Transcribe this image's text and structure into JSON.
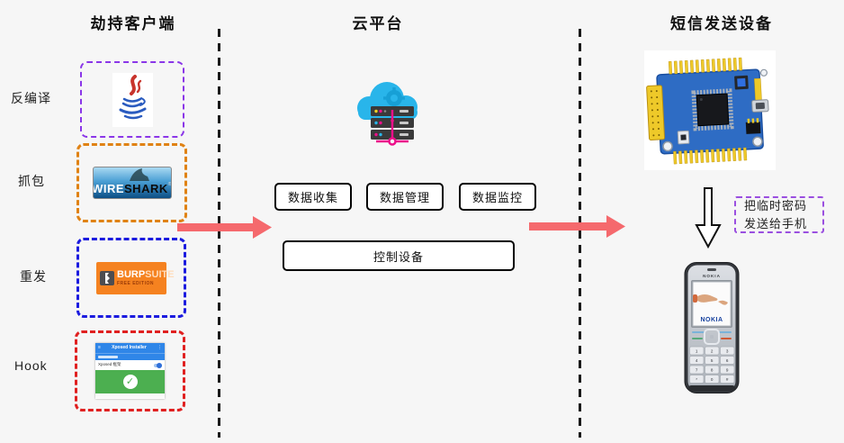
{
  "colors": {
    "bg": "#f6f6f6",
    "divider": "#1a1a1a",
    "arrow_red": "#f5696d",
    "java_box_purple": "#8a36e8",
    "wireshark_box_orange": "#e08214",
    "burp_box_blue": "#1b1bdf",
    "xposed_box_red": "#e02020",
    "annotation_purple": "#9a4fe0",
    "cloud_blue": "#29b5ea",
    "server_dark": "#3a3a3a",
    "magenta": "#ec0f8a",
    "burp_orange": "#f58220",
    "xposed_header_blue": "#2f86e8",
    "xposed_green": "#4caf50",
    "nokia_blue": "#15409e"
  },
  "titles": {
    "client": "劫持客户端",
    "cloud": "云平台",
    "sms": "短信发送设备"
  },
  "client": {
    "row_labels": {
      "decompile": "反编译",
      "capture": "抓包",
      "replay": "重发",
      "hook": "Hook"
    },
    "wireshark": {
      "wire": "WIRE",
      "shark": "SHARK",
      "reg": "®"
    },
    "burp": {
      "burp": "BURP",
      "suite": "SUITE",
      "edition": "FREE EDITION"
    },
    "xposed": {
      "menu_icon": "≡",
      "app_title": "Xposed Installer",
      "more_icon": "⋮",
      "framework_row": "Xposed 框架",
      "check": "✓"
    }
  },
  "cloud": {
    "box_collect": "数据收集",
    "box_manage": "数据管理",
    "box_monitor": "数据监控",
    "box_control": "控制设备"
  },
  "sms": {
    "annotation_line1": "把临时密码",
    "annotation_line2": "发送给手机"
  },
  "phone": {
    "brand_top": "NOKIA",
    "screen_brand": "NOKIA",
    "keys": [
      "1",
      "2",
      "3",
      "4",
      "5",
      "6",
      "7",
      "8",
      "9",
      "*",
      "0",
      "#"
    ]
  }
}
